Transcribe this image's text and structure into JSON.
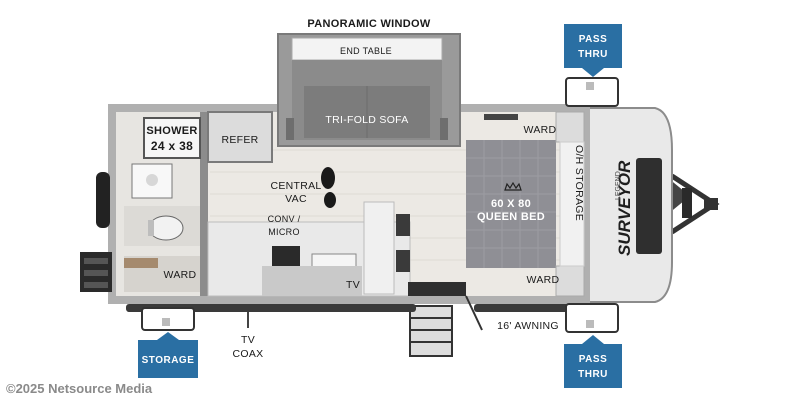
{
  "labels": {
    "panoramic_window": "PANORAMIC WINDOW",
    "end_table": "END TABLE",
    "tri_fold_sofa": "TRI-FOLD SOFA",
    "shower": "SHOWER",
    "shower_size": "24 x 38",
    "refer": "REFER",
    "central_vac_1": "CENTRAL",
    "central_vac_2": "VAC",
    "conv_micro_1": "CONV /",
    "conv_micro_2": "MICRO",
    "ward_top": "WARD",
    "ward_bottom_right": "WARD",
    "ward_bath": "WARD",
    "bed_size": "60 X 80",
    "queen_bed": "QUEEN BED",
    "oh_storage": "O/H STORAGE",
    "tv": "TV",
    "awning": "16' AWNING",
    "tv_coax_1": "TV",
    "tv_coax_2": "COAX"
  },
  "badges": {
    "pass_thru_top_1": "PASS",
    "pass_thru_top_2": "THRU",
    "pass_thru_bottom_1": "PASS",
    "pass_thru_bottom_2": "THRU",
    "storage": "STORAGE"
  },
  "brand": {
    "name": "SURVEYOR",
    "sub": "LEGEND"
  },
  "copyright": "©2025 Netsource Media",
  "colors": {
    "badge_blue": "#2a6fa3",
    "wall": "#8c8c8c",
    "floor": "#ece9e4",
    "bed": "#8f8f95"
  }
}
